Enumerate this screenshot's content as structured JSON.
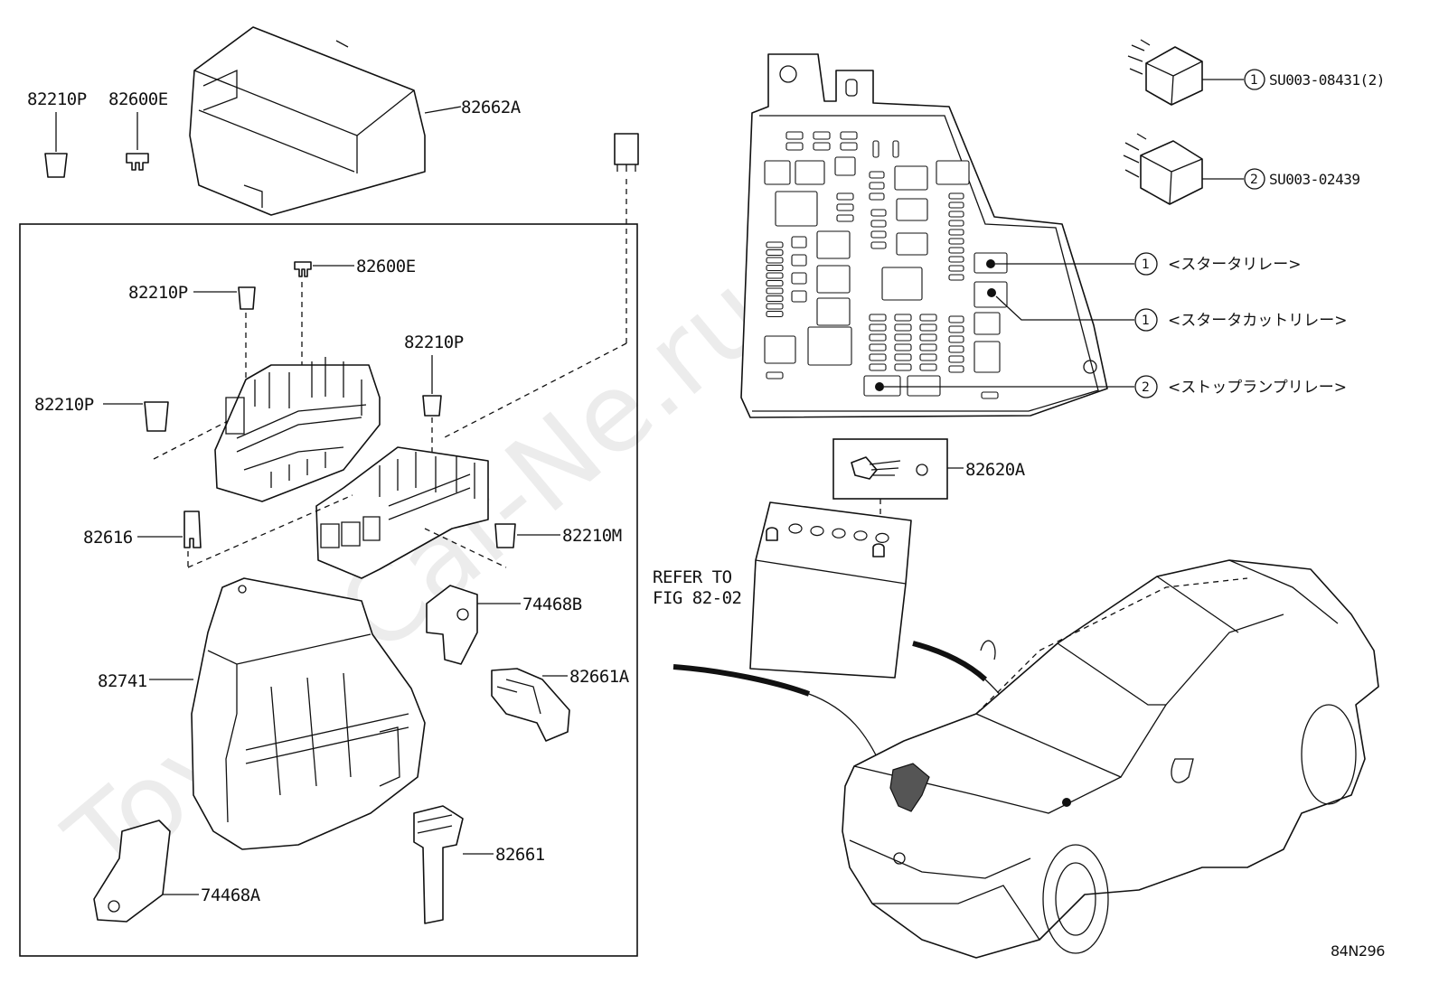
{
  "watermark": "ToyotaCar-Ne.ru",
  "diagram_code": "84N296",
  "refer_note": {
    "line1": "REFER TO",
    "line2": "FIG 82-02"
  },
  "top_parts": {
    "p82210P": "82210P",
    "p82600E": "82600E",
    "p82662A": "82662A"
  },
  "box_parts": {
    "p82600E": "82600E",
    "p82210P_a": "82210P",
    "p82210P_b": "82210P",
    "p82210P_c": "82210P",
    "p82616": "82616",
    "p82210M": "82210M",
    "p74468B": "74468B",
    "p82661A": "82661A",
    "p82741": "82741",
    "p82661": "82661",
    "p74468A": "74468A"
  },
  "right_parts": {
    "p82620A": "82620A"
  },
  "relays": [
    {
      "num": "1",
      "part": "SU003-08431(2)"
    },
    {
      "num": "2",
      "part": "SU003-02439"
    }
  ],
  "relay_callouts": [
    {
      "num": "1",
      "label": "<スタータリレー>"
    },
    {
      "num": "1",
      "label": "<スタータカットリレー>"
    },
    {
      "num": "2",
      "label": "<ストップランプリレー>"
    }
  ]
}
